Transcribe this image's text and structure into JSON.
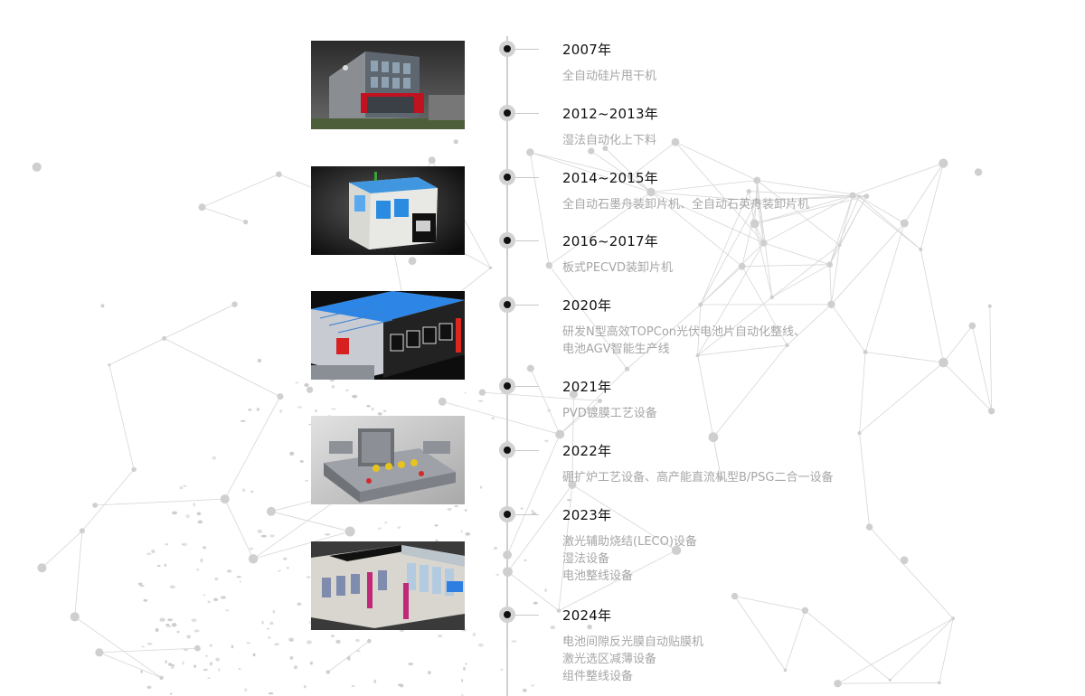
{
  "timeline": [
    {
      "year": "2007年",
      "lines": [
        "全自动硅片甩干机"
      ]
    },
    {
      "year": "2012~2013年",
      "lines": [
        "湿法自动化上下料"
      ]
    },
    {
      "year": "2014~2015年",
      "lines": [
        "全自动石墨舟装卸片机、全自动石英舟装卸片机"
      ]
    },
    {
      "year": "2016~2017年",
      "lines": [
        "板式PECVD装卸片机"
      ]
    },
    {
      "year": "2020年",
      "lines": [
        "研发N型高效TOPCon光伏电池片自动化整线、",
        "电池AGV智能生产线"
      ]
    },
    {
      "year": "2021年",
      "lines": [
        "PVD镀膜工艺设备"
      ]
    },
    {
      "year": "2022年",
      "lines": [
        "硼扩炉工艺设备、高产能直流机型B/PSG二合一设备"
      ]
    },
    {
      "year": "2023年",
      "lines": [
        "激光辅助烧结(LECO)设备",
        "湿法设备",
        "电池整线设备"
      ]
    },
    {
      "year": "2024年",
      "lines": [
        "电池间隙反光膜自动贴膜机",
        "激光选区减薄设备",
        "组件整线设备"
      ]
    }
  ],
  "images": [
    {
      "name": "factory-building-image"
    },
    {
      "name": "graphite-boat-loader-image"
    },
    {
      "name": "topcon-production-line-image"
    },
    {
      "name": "pvd-coating-equipment-image"
    },
    {
      "name": "laser-sintering-equipment-image"
    }
  ]
}
